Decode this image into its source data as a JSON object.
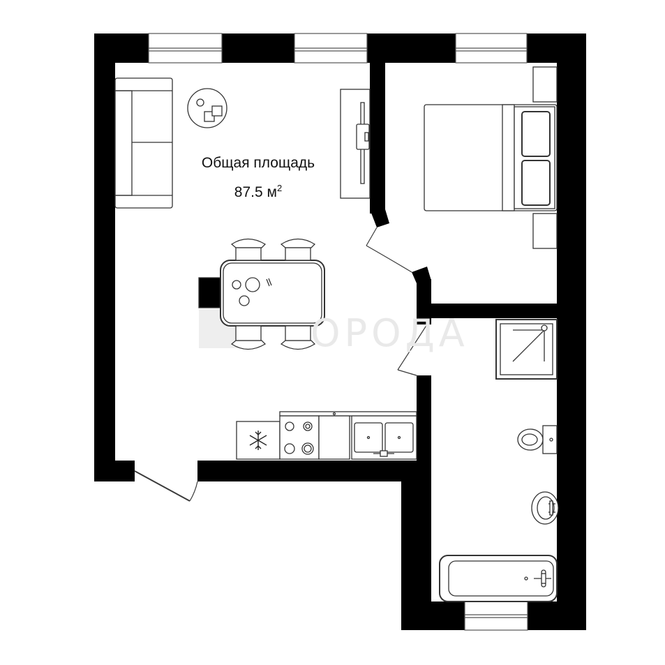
{
  "plan": {
    "area_label": "Общая площадь",
    "area_value": "87.5 м",
    "area_unit_superscript": "2",
    "watermark_text": "ОРОДА"
  },
  "colors": {
    "wall": "#000000",
    "line": "#3a3a3a",
    "background": "#ffffff",
    "watermark": "#e9e9e9"
  }
}
